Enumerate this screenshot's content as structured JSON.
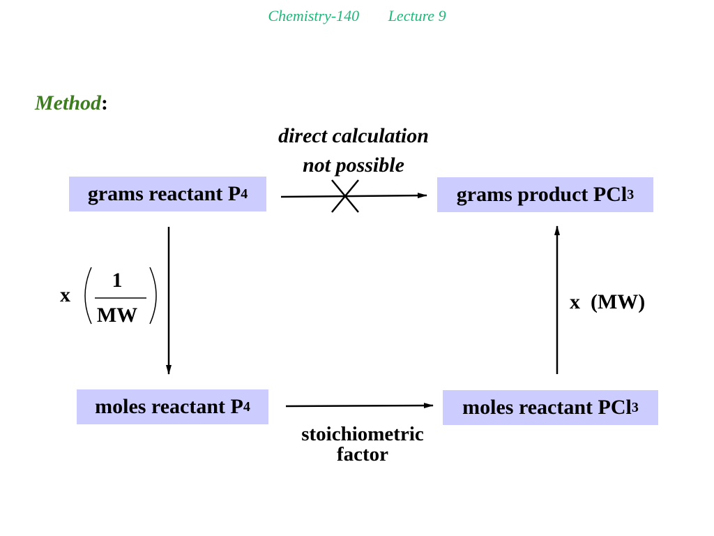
{
  "header": {
    "course": "Chemistry-140",
    "lecture": "Lecture 9"
  },
  "method": {
    "label": "Method",
    "colon": ":"
  },
  "diagram": {
    "direct_line1": "direct calculation",
    "direct_line2": "not possible",
    "grams_reactant": {
      "text": "grams reactant P",
      "sub": "4"
    },
    "grams_product": {
      "text": "grams product PCl",
      "sub": "3"
    },
    "moles_reactant": {
      "text": "moles reactant P",
      "sub": "4"
    },
    "moles_product": {
      "text": "moles reactant PCl",
      "sub": "3"
    },
    "left_multiplier": "x",
    "left_numerator": "1",
    "left_denominator": "MW",
    "right_label": "x  (MW)",
    "stoich_line1": "stoichiometric",
    "stoich_line2": "factor"
  },
  "colors": {
    "box_fill": "#ccccff",
    "header": "#1fb87a",
    "method": "#3e7d1f"
  }
}
